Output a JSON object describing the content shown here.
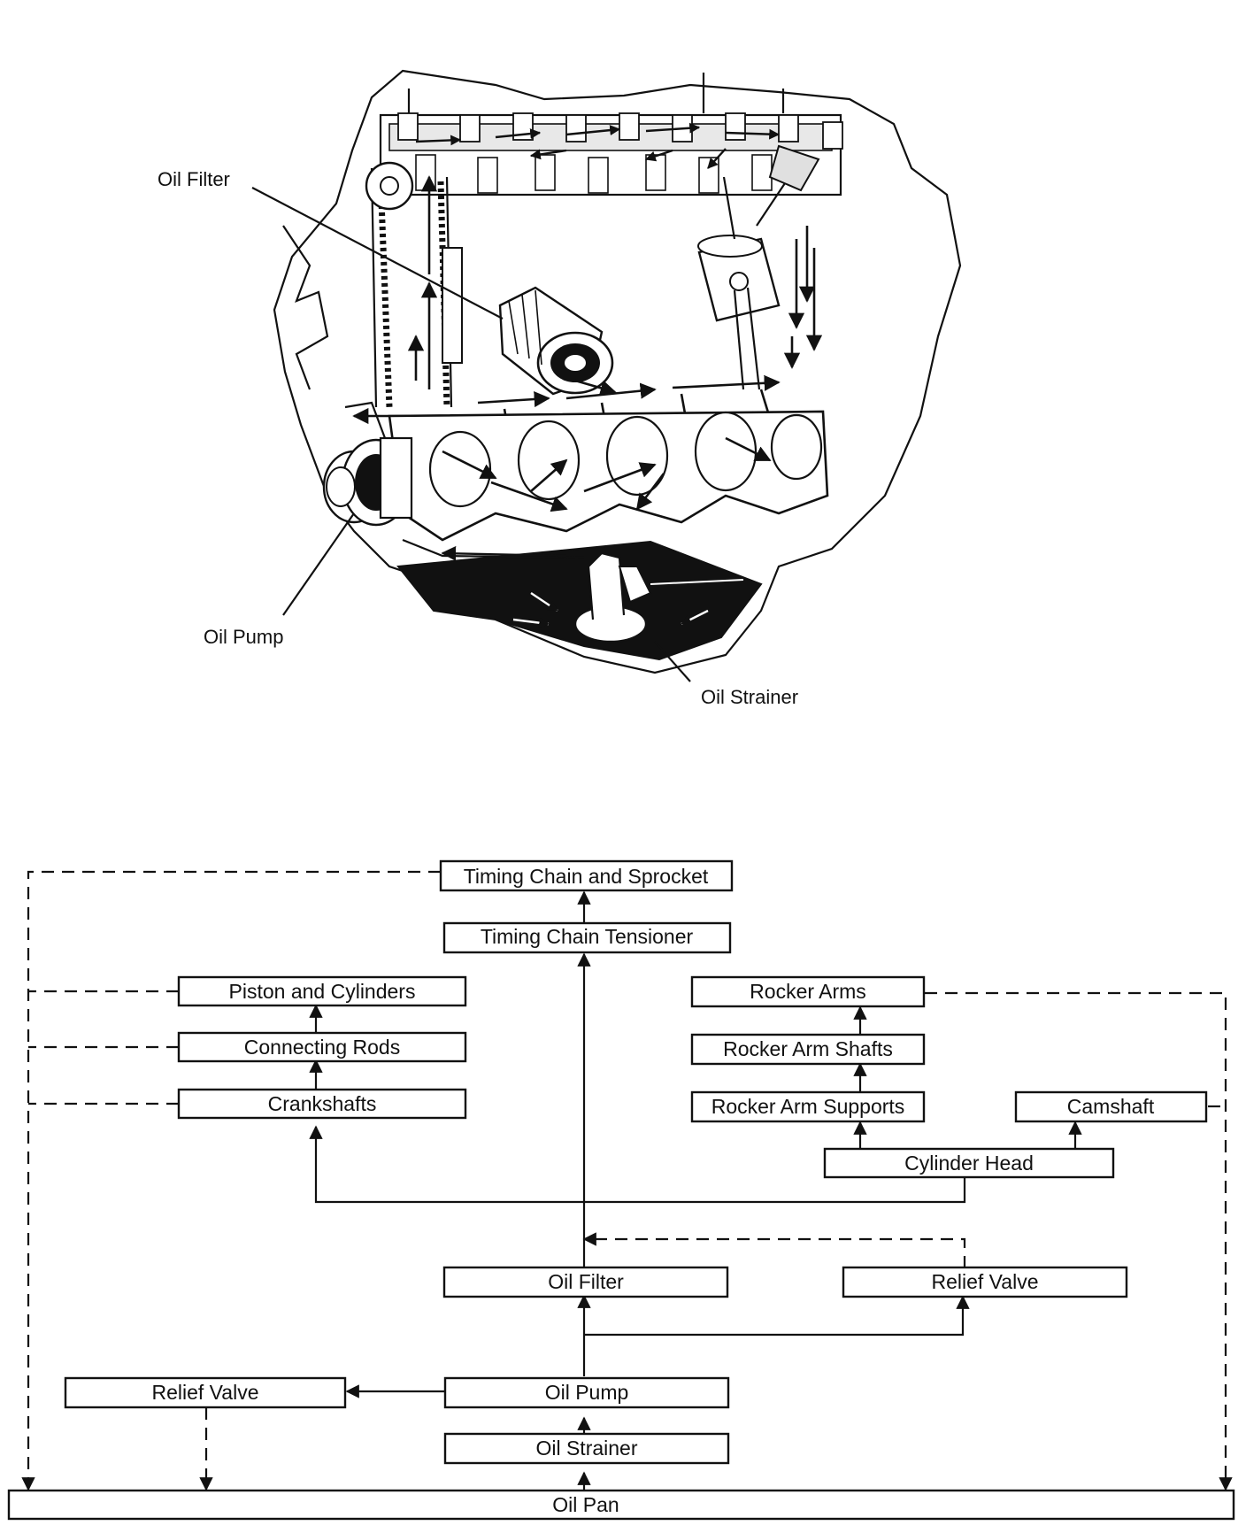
{
  "illustration": {
    "labels": {
      "oil_filter": "Oil Filter",
      "oil_pump": "Oil Pump",
      "oil_strainer": "Oil Strainer"
    }
  },
  "flowchart": {
    "boxes": {
      "timing_chain_sprocket": "Timing Chain and Sprocket",
      "timing_chain_tensioner": "Timing Chain Tensioner",
      "piston_cylinders": "Piston and Cylinders",
      "connecting_rods": "Connecting Rods",
      "crankshafts": "Crankshafts",
      "rocker_arms": "Rocker Arms",
      "rocker_arm_shafts": "Rocker Arm Shafts",
      "rocker_arm_supports": "Rocker Arm Supports",
      "camshaft": "Camshaft",
      "cylinder_head": "Cylinder Head",
      "oil_filter": "Oil Filter",
      "relief_valve_right": "Relief Valve",
      "relief_valve_left": "Relief Valve",
      "oil_pump": "Oil Pump",
      "oil_strainer": "Oil Strainer",
      "oil_pan": "Oil Pan"
    }
  }
}
